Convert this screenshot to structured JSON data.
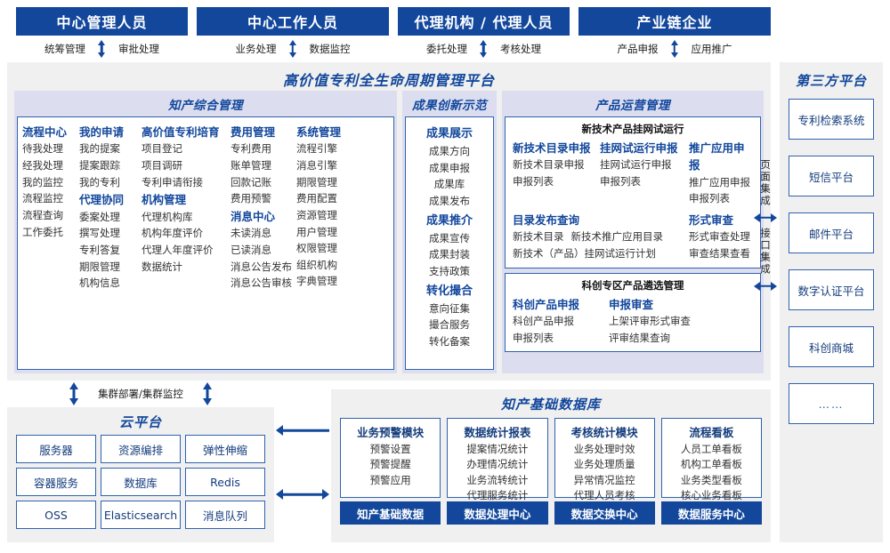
{
  "roles": [
    {
      "title": "中心管理人员",
      "left_flow": "统筹管理",
      "right_flow": "审批处理"
    },
    {
      "title": "中心工作人员",
      "left_flow": "业务处理",
      "right_flow": "数据监控"
    },
    {
      "title": "代理机构 / 代理人员",
      "left_flow": "委托处理",
      "right_flow": "考核处理"
    },
    {
      "title": "产业链企业",
      "left_flow": "产品申报",
      "right_flow": "应用推广"
    }
  ],
  "platform": {
    "title": "高价值专利全生命周期管理平台",
    "sections": {
      "comprehensive": {
        "title": "知产综合管理",
        "columns": [
          {
            "groups": [
              {
                "cat": "流程中心",
                "items": [
                  "待我处理",
                  "经我处理",
                  "我的监控",
                  "流程监控",
                  "流程查询",
                  "工作委托"
                ]
              }
            ]
          },
          {
            "groups": [
              {
                "cat": "我的申请",
                "items": [
                  "我的提案",
                  "提案跟踪",
                  "我的专利"
                ]
              },
              {
                "cat": "代理协同",
                "items": [
                  "委案处理",
                  "撰写处理",
                  "专利答复",
                  "期限管理",
                  "机构信息"
                ]
              }
            ]
          },
          {
            "groups": [
              {
                "cat": "高价值专利培育",
                "items": [
                  "项目登记",
                  "项目调研",
                  "专利申请衔接"
                ]
              },
              {
                "cat": "机构管理",
                "items": [
                  "代理机构库",
                  "机构年度评价",
                  "代理人年度评价",
                  "数据统计"
                ]
              }
            ]
          },
          {
            "groups": [
              {
                "cat": "费用管理",
                "items": [
                  "专利费用",
                  "账单管理",
                  "回款记账",
                  "费用预警"
                ]
              },
              {
                "cat": "消息中心",
                "items": [
                  "未读消息",
                  "已读消息",
                  "消息公告发布",
                  "消息公告审核"
                ]
              }
            ]
          },
          {
            "groups": [
              {
                "cat": "系统管理",
                "items": [
                  "流程引擎",
                  "消息引擎",
                  "期限管理",
                  "费用配置",
                  "资源管理",
                  "用户管理",
                  "权限管理",
                  "组织机构",
                  "字典管理"
                ]
              }
            ]
          }
        ]
      },
      "innovation": {
        "title": "成果创新示范",
        "groups": [
          {
            "cat": "成果展示",
            "items": [
              "成果方向",
              "成果申报",
              "成果库",
              "成果发布"
            ]
          },
          {
            "cat": "成果推介",
            "items": [
              "成果宣传",
              "成果封装",
              "支持政策"
            ]
          },
          {
            "cat": "转化撮合",
            "items": [
              "意向征集",
              "撮合服务",
              "转化备案"
            ]
          }
        ]
      },
      "operation": {
        "title": "产品运营管理",
        "subboxes": [
          {
            "title": "新技术产品挂网试运行",
            "row1": [
              {
                "cat": "新技术目录申报",
                "items": [
                  "新技术目录申报",
                  "申报列表"
                ]
              },
              {
                "cat": "挂网试运行申报",
                "items": [
                  "挂网试运行申报",
                  "申报列表"
                ]
              },
              {
                "cat": "推广应用申报",
                "items": [
                  "推广应用申报",
                  "申报列表"
                ]
              }
            ],
            "row2": [
              {
                "cat": "目录发布查询",
                "items": [
                  "新技术目录",
                  "新技术推广应用目录",
                  "新技术（产品）挂网试运行计划"
                ]
              },
              {
                "cat": "形式审查",
                "items": [
                  "形式审查处理",
                  "审查结果查看"
                ]
              }
            ]
          },
          {
            "title": "科创专区产品遴选管理",
            "row1": [
              {
                "cat": "科创产品申报",
                "items": [
                  "科创产品申报",
                  "申报列表"
                ]
              },
              {
                "cat": "申报审查",
                "items": [
                  "上架评审形式审查",
                  "评审结果查询"
                ]
              }
            ]
          }
        ]
      }
    }
  },
  "integration": {
    "page_label": "页面集成",
    "api_label": "接口集成"
  },
  "third_party": {
    "title": "第三方平台",
    "items": [
      "专利检索系统",
      "短信平台",
      "邮件平台",
      "数字认证平台",
      "科创商城",
      "……"
    ]
  },
  "cluster": {
    "label": "集群部署/集群监控"
  },
  "cloud": {
    "title": "云平台",
    "items": [
      "服务器",
      "资源编排",
      "弹性伸缩",
      "容器服务",
      "数据库",
      "Redis",
      "OSS",
      "Elasticsearch",
      "消息队列"
    ]
  },
  "database": {
    "title": "知产基础数据库",
    "columns": [
      {
        "header": "业务预警模块",
        "items": [
          "预警设置",
          "预警提醒",
          "预警应用"
        ],
        "footer": "知产基础数据"
      },
      {
        "header": "数据统计报表",
        "items": [
          "提案情况统计",
          "办理情况统计",
          "业务流转统计",
          "代理服务统计"
        ],
        "footer": "数据处理中心"
      },
      {
        "header": "考核统计模块",
        "items": [
          "业务处理时效",
          "业务处理质量",
          "异常情况监控",
          "代理人员考核"
        ],
        "footer": "数据交换中心"
      },
      {
        "header": "流程看板",
        "items": [
          "人员工单看板",
          "机构工单看板",
          "业务类型看板",
          "核心业务看板"
        ],
        "footer": "数据服务中心"
      }
    ]
  },
  "colors": {
    "primary": "#12479c",
    "border": "#2f62ae",
    "panel_bg": "#f0f0f0",
    "section_bg": "#dcdef0"
  }
}
